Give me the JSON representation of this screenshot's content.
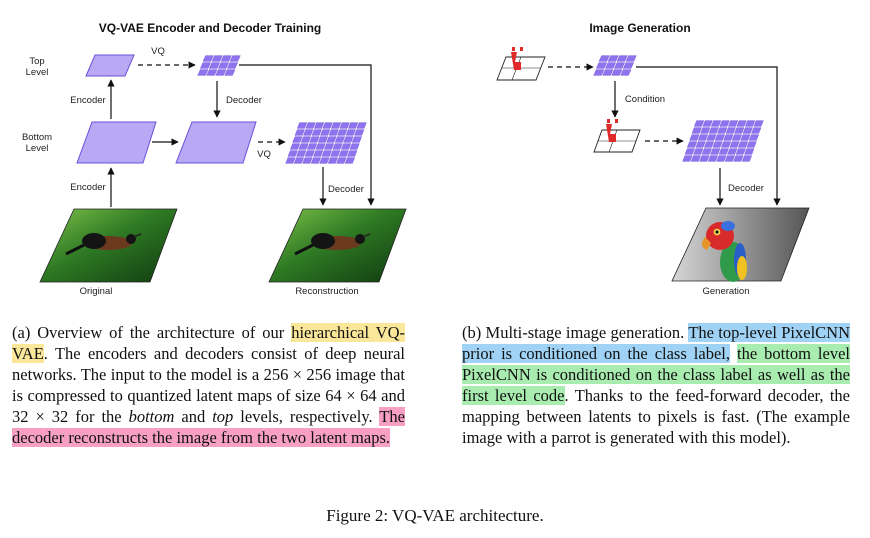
{
  "panel_a": {
    "title": "VQ-VAE Encoder and Decoder Training",
    "label_top_level_1": "Top",
    "label_top_level_2": "Level",
    "label_bottom_level_1": "Bottom",
    "label_bottom_level_2": "Level",
    "label_vq_top": "VQ",
    "label_vq_bottom": "VQ",
    "label_encoder_upper": "Encoder",
    "label_encoder_lower": "Encoder",
    "label_decoder_upper": "Decoder",
    "label_decoder_lower": "Decoder",
    "label_original": "Original",
    "label_reconstruction": "Reconstruction"
  },
  "panel_b": {
    "title": "Image Generation",
    "label_condition": "Condition",
    "label_decoder": "Decoder",
    "label_generation": "Generation"
  },
  "caption_a": {
    "p1": "(a) Overview of the architecture of our ",
    "hl1": "hierarchical VQ-VAE",
    "p2": ". The encoders and decoders consist of deep neural networks. The input to the model is a 256 × 256 image that is compressed to quantized latent maps of size 64 × 64 and 32 × 32 for the ",
    "em1": "bottom",
    "p3": " and ",
    "em2": "top",
    "p4": " levels, respectively. ",
    "hl2": "The decoder reconstructs the image from the two latent maps."
  },
  "caption_b": {
    "p1": "(b) Multi-stage image generation. ",
    "hl1": "The top-level PixelCNN prior is conditioned on the class label,",
    "p2": " ",
    "hl2": "the bottom level PixelCNN is conditioned on the class label as well as the first level code",
    "p3": ". Thanks to the feed-forward decoder, the mapping between latents to pixels is fast. (The example image with a parrot is generated with this model)."
  },
  "figure_caption": "Figure 2: VQ-VAE architecture.",
  "colors": {
    "latent_fill": "#b9a9f5",
    "latent_stroke": "#6a50d8",
    "grid_fill": "#8f73ee"
  }
}
